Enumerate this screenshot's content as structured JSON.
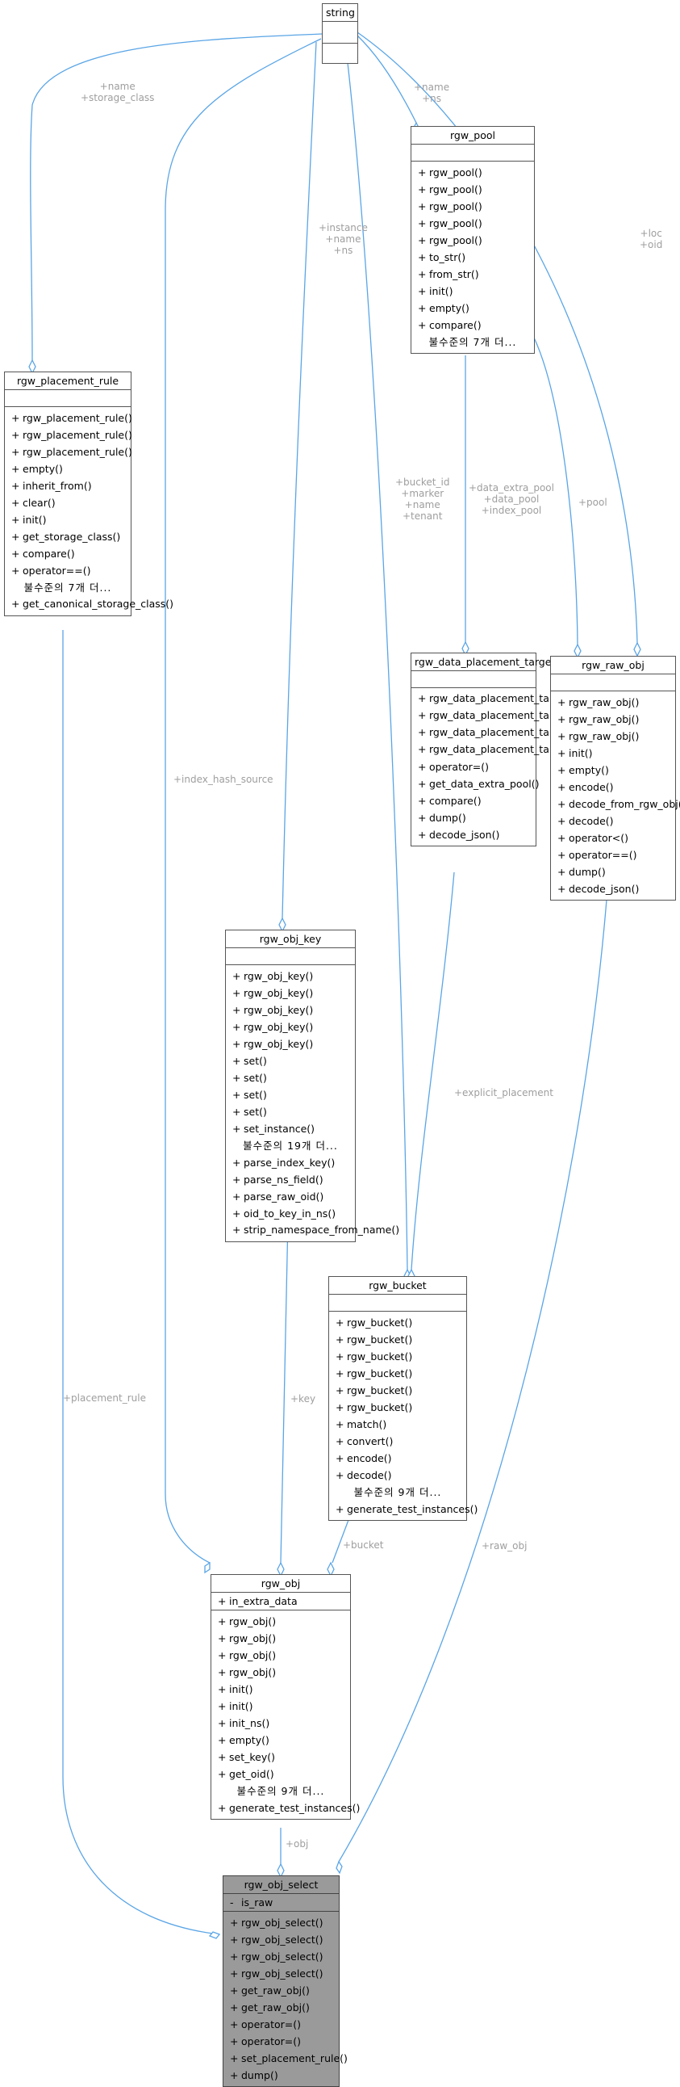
{
  "classes": {
    "string": {
      "name": "string"
    },
    "rgw_pool": {
      "name": "rgw_pool",
      "ops": [
        "rgw_pool()",
        "rgw_pool()",
        "rgw_pool()",
        "rgw_pool()",
        "rgw_pool()",
        "to_str()",
        "from_str()",
        "init()",
        "empty()",
        "compare()"
      ],
      "more": "불수준의 7개 더..."
    },
    "rgw_placement_rule": {
      "name": "rgw_placement_rule",
      "ops": [
        "rgw_placement_rule()",
        "rgw_placement_rule()",
        "rgw_placement_rule()",
        "empty()",
        "inherit_from()",
        "clear()",
        "init()",
        "get_storage_class()",
        "compare()",
        "operator==()"
      ],
      "more": "불수준의 7개 더...",
      "ops_after": [
        "get_canonical_storage_class()"
      ]
    },
    "rgw_data_placement_target": {
      "name": "rgw_data_placement_target",
      "ops": [
        "rgw_data_placement_target()",
        "rgw_data_placement_target()",
        "rgw_data_placement_target()",
        "rgw_data_placement_target()",
        "operator=()",
        "get_data_extra_pool()",
        "compare()",
        "dump()",
        "decode_json()"
      ]
    },
    "rgw_raw_obj": {
      "name": "rgw_raw_obj",
      "ops": [
        "rgw_raw_obj()",
        "rgw_raw_obj()",
        "rgw_raw_obj()",
        "init()",
        "empty()",
        "encode()",
        "decode_from_rgw_obj()",
        "decode()",
        "operator<()",
        "operator==()",
        "dump()",
        "decode_json()"
      ]
    },
    "rgw_obj_key": {
      "name": "rgw_obj_key",
      "ops": [
        "rgw_obj_key()",
        "rgw_obj_key()",
        "rgw_obj_key()",
        "rgw_obj_key()",
        "rgw_obj_key()",
        "set()",
        "set()",
        "set()",
        "set()",
        "set_instance()"
      ],
      "more": "불수준의 19개 더...",
      "ops_after": [
        "parse_index_key()",
        "parse_ns_field()",
        "parse_raw_oid()",
        "oid_to_key_in_ns()",
        "strip_namespace_from_name()"
      ]
    },
    "rgw_bucket": {
      "name": "rgw_bucket",
      "ops": [
        "rgw_bucket()",
        "rgw_bucket()",
        "rgw_bucket()",
        "rgw_bucket()",
        "rgw_bucket()",
        "rgw_bucket()",
        "match()",
        "convert()",
        "encode()",
        "decode()"
      ],
      "more": "불수준의 9개 더...",
      "ops_after": [
        "generate_test_instances()"
      ]
    },
    "rgw_obj": {
      "name": "rgw_obj",
      "attrs": [
        "in_extra_data"
      ],
      "ops": [
        "rgw_obj()",
        "rgw_obj()",
        "rgw_obj()",
        "rgw_obj()",
        "init()",
        "init()",
        "init_ns()",
        "empty()",
        "set_key()",
        "get_oid()"
      ],
      "more": "불수준의 9개 더...",
      "ops_after": [
        "generate_test_instances()"
      ]
    },
    "rgw_obj_select": {
      "name": "rgw_obj_select",
      "attrs": [
        "is_raw"
      ],
      "ops": [
        "rgw_obj_select()",
        "rgw_obj_select()",
        "rgw_obj_select()",
        "rgw_obj_select()",
        "get_raw_obj()",
        "get_raw_obj()",
        "operator=()",
        "operator=()",
        "set_placement_rule()",
        "dump()"
      ]
    }
  },
  "edge_labels": {
    "string_to_placement_rule": [
      "+name",
      "+storage_class"
    ],
    "string_to_pool": [
      "+name",
      "+ns"
    ],
    "string_to_obj_key": [
      "+instance",
      "+name",
      "+ns"
    ],
    "string_to_bucket": [
      "+bucket_id",
      "+marker",
      "+name",
      "+tenant"
    ],
    "string_to_raw_obj": [
      "+loc",
      "+oid"
    ],
    "string_to_obj": [
      "+index_hash_source"
    ],
    "pool_to_data_placement": [
      "+data_extra_pool",
      "+data_pool",
      "+index_pool"
    ],
    "pool_to_raw_obj": [
      "+pool"
    ],
    "data_placement_to_bucket": [
      "+explicit_placement"
    ],
    "obj_key_to_obj": [
      "+key"
    ],
    "bucket_to_obj": [
      "+bucket"
    ],
    "placement_rule_to_select": [
      "+placement_rule"
    ],
    "raw_obj_to_select": [
      "+raw_obj"
    ],
    "obj_to_select": [
      "+obj"
    ]
  },
  "colors": {
    "edge": "#5aa5e6",
    "highlight": "#9a9a9a",
    "border": "#555555",
    "label": "#9e9e9e"
  }
}
